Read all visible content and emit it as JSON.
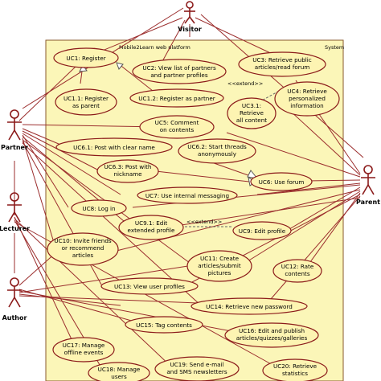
{
  "system": {
    "title": "Mobile2Learn web platform",
    "label": "System"
  },
  "actors": {
    "visitor": "Visitor",
    "partner": "Partner",
    "lecturer": "Lecturer",
    "author": "Author",
    "parent": "Parent"
  },
  "stereotypes": {
    "extend1": "<<extend>>",
    "extend2": "<<extend>>"
  },
  "use_cases": {
    "uc1": [
      "UC1: Register"
    ],
    "uc1_1": [
      "UC1.1: Register",
      "as parent"
    ],
    "uc1_2": [
      "UC1.2: Register as partner"
    ],
    "uc2": [
      "UC2: View list of partners",
      "and partner profiles"
    ],
    "uc3": [
      "UC3: Retrieve public",
      "articles/read forum"
    ],
    "uc3_1": [
      "UC3.1:",
      "Retrieve",
      "all content"
    ],
    "uc4": [
      "UC4: Retrieve",
      "personalized",
      "information"
    ],
    "uc5": [
      "UC5: Comment",
      "on contents"
    ],
    "uc6": [
      "UC6: Use forum"
    ],
    "uc6_1": [
      "UC6.1: Post with clear name"
    ],
    "uc6_2": [
      "UC6.2: Start threads",
      "anonymously"
    ],
    "uc6_3": [
      "UC6.3: Post with",
      "nickname"
    ],
    "uc7": [
      "UC7: Use internal messaging"
    ],
    "uc8": [
      "UC8: Log in"
    ],
    "uc9": [
      "UC9: Edit profile"
    ],
    "uc9_1": [
      "UC9.1: Edit",
      "extended profile"
    ],
    "uc10": [
      "UC10: Invite friends",
      "or recommend",
      "articles"
    ],
    "uc11": [
      "UC11: Create",
      "articles/submit",
      "pictures"
    ],
    "uc12": [
      "UC12: Rate",
      "contents"
    ],
    "uc13": [
      "UC13: View user profiles"
    ],
    "uc14": [
      "UC14: Retrieve new password"
    ],
    "uc15": [
      "UC15: Tag contents"
    ],
    "uc16": [
      "UC16: Edit and publish",
      "articles/quizzes/galleries"
    ],
    "uc17": [
      "UC17: Manage",
      "offline events"
    ],
    "uc18": [
      "UC18: Manage",
      "users"
    ],
    "uc19": [
      "UC19: Send e-mail",
      "and SMS newsletters"
    ],
    "uc20": [
      "UC20: Retrieve",
      "statistics"
    ]
  }
}
